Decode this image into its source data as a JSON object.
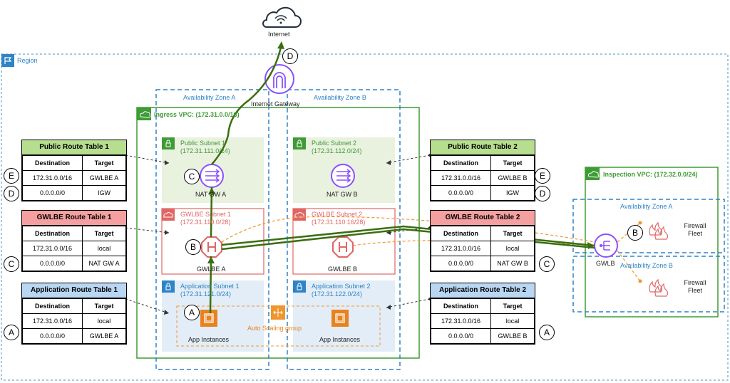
{
  "internet": {
    "label": "Internet"
  },
  "region": {
    "label": "Region"
  },
  "igw": {
    "label": "Internet Gateway"
  },
  "az": {
    "a": "Availability Zone A",
    "b": "Availability Zone B"
  },
  "ingress_vpc": {
    "label": "Ingress VPC: (172.31.0.0/16)"
  },
  "inspection_vpc": {
    "label": "Inspection VPC: (172.32.0.0/24)",
    "az_a": "Availability Zone A",
    "az_b": "Availability Zone B"
  },
  "subnets": {
    "public1": {
      "name": "Public Subnet 1",
      "cidr": "(172.31.111.0/24)"
    },
    "public2": {
      "name": "Public Subnet 2",
      "cidr": "(172.31.112.0/24)"
    },
    "gwlbe1": {
      "name": "GWLBE Subnet 1",
      "cidr": "(172.31.110.0/28)"
    },
    "gwlbe2": {
      "name": "GWLBE Subnet 2",
      "cidr": "(172.31.110.16/28)"
    },
    "app1": {
      "name": "Application Subnet 1",
      "cidr": "(172.31.121.0/24)"
    },
    "app2": {
      "name": "Application Subnet 2",
      "cidr": "(172.31.122.0/24)"
    }
  },
  "nodes": {
    "natgw_a": "NAT GW A",
    "natgw_b": "NAT GW B",
    "gwlbe_a": "GWLBE A",
    "gwlbe_b": "GWLBE B",
    "app_a": "App Instances",
    "app_b": "App Instances",
    "asg": "Auto Scaling group",
    "gwlb": "GWLB",
    "fw1": "Firewall Fleet",
    "fw2": "Firewall Fleet"
  },
  "markers": {
    "a": "A",
    "b": "B",
    "c": "C",
    "d": "D",
    "e": "E"
  },
  "colors": {
    "public": "#e9f1df",
    "public_header": "#b7dd8f",
    "gwlbe_border": "#e06666",
    "gwlbe_header": "#f4a0a0",
    "app": "#e3edf7",
    "app_header": "#b9d6f3",
    "vpc_green": "#3f9b35",
    "az_blue": "#2e84c7",
    "path_green": "#3a6e10",
    "orange": "#f0962f"
  },
  "tables": {
    "public1": {
      "title": "Public Route Table 1",
      "cols": [
        "Destination",
        "Target"
      ],
      "rows": [
        [
          "172.31.0.0/16",
          "GWLBE A"
        ],
        [
          "0.0.0.0/0",
          "IGW"
        ]
      ]
    },
    "gwlbe1": {
      "title": "GWLBE Route Table 1",
      "cols": [
        "Destination",
        "Target"
      ],
      "rows": [
        [
          "172.31.0.0/16",
          "local"
        ],
        [
          "0.0.0.0/0",
          "NAT GW A"
        ]
      ]
    },
    "app1": {
      "title": "Application Route Table 1",
      "cols": [
        "Destination",
        "Target"
      ],
      "rows": [
        [
          "172.31.0.0/16",
          "local"
        ],
        [
          "0.0.0.0/0",
          "GWLBE A"
        ]
      ]
    },
    "public2": {
      "title": "Public Route Table 2",
      "cols": [
        "Destination",
        "Target"
      ],
      "rows": [
        [
          "172.31.0.0/16",
          "GWLBE B"
        ],
        [
          "0.0.0.0/0",
          "IGW"
        ]
      ]
    },
    "gwlbe2": {
      "title": "GWLBE Route Table 2",
      "cols": [
        "Destination",
        "Target"
      ],
      "rows": [
        [
          "172.31.0.0/16",
          "local"
        ],
        [
          "0.0.0.0/0",
          "NAT GW B"
        ]
      ]
    },
    "app2": {
      "title": "Application Route Table 2",
      "cols": [
        "Destination",
        "Target"
      ],
      "rows": [
        [
          "172.31.0.0/16",
          "local"
        ],
        [
          "0.0.0.0/0",
          "GWLBE B"
        ]
      ]
    }
  }
}
